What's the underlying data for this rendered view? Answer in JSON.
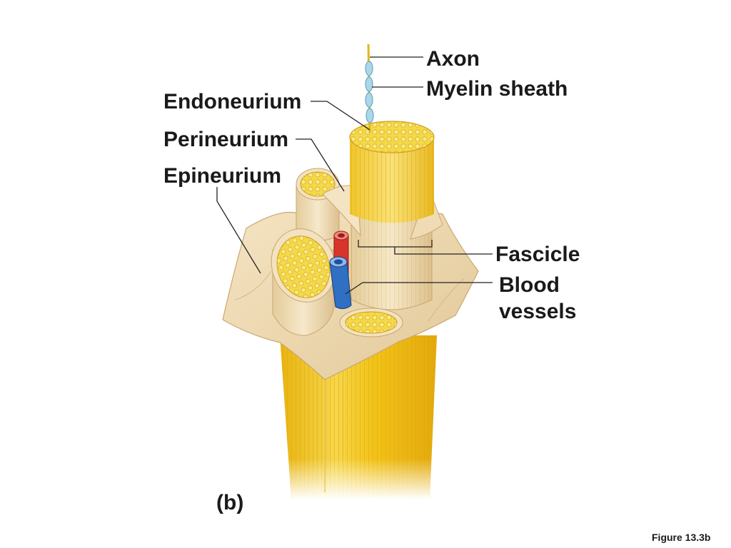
{
  "labels": {
    "axon": "Axon",
    "myelin": "Myelin sheath",
    "endoneurium": "Endoneurium",
    "perineurium": "Perineurium",
    "epineurium": "Epineurium",
    "fascicle": "Fascicle",
    "blood_line1": "Blood",
    "blood_line2": "vessels"
  },
  "panel_label": "(b)",
  "figure_caption": "Figure 13.3b",
  "colors": {
    "nerve_yellow": "#f2c318",
    "nerve_light": "#f7dd5c",
    "tissue": "#f1dcb2",
    "tissue_shade": "#d9bd86",
    "artery": "#d9342b",
    "vein": "#2f6fc4",
    "myelin": "#a9d8ea"
  }
}
